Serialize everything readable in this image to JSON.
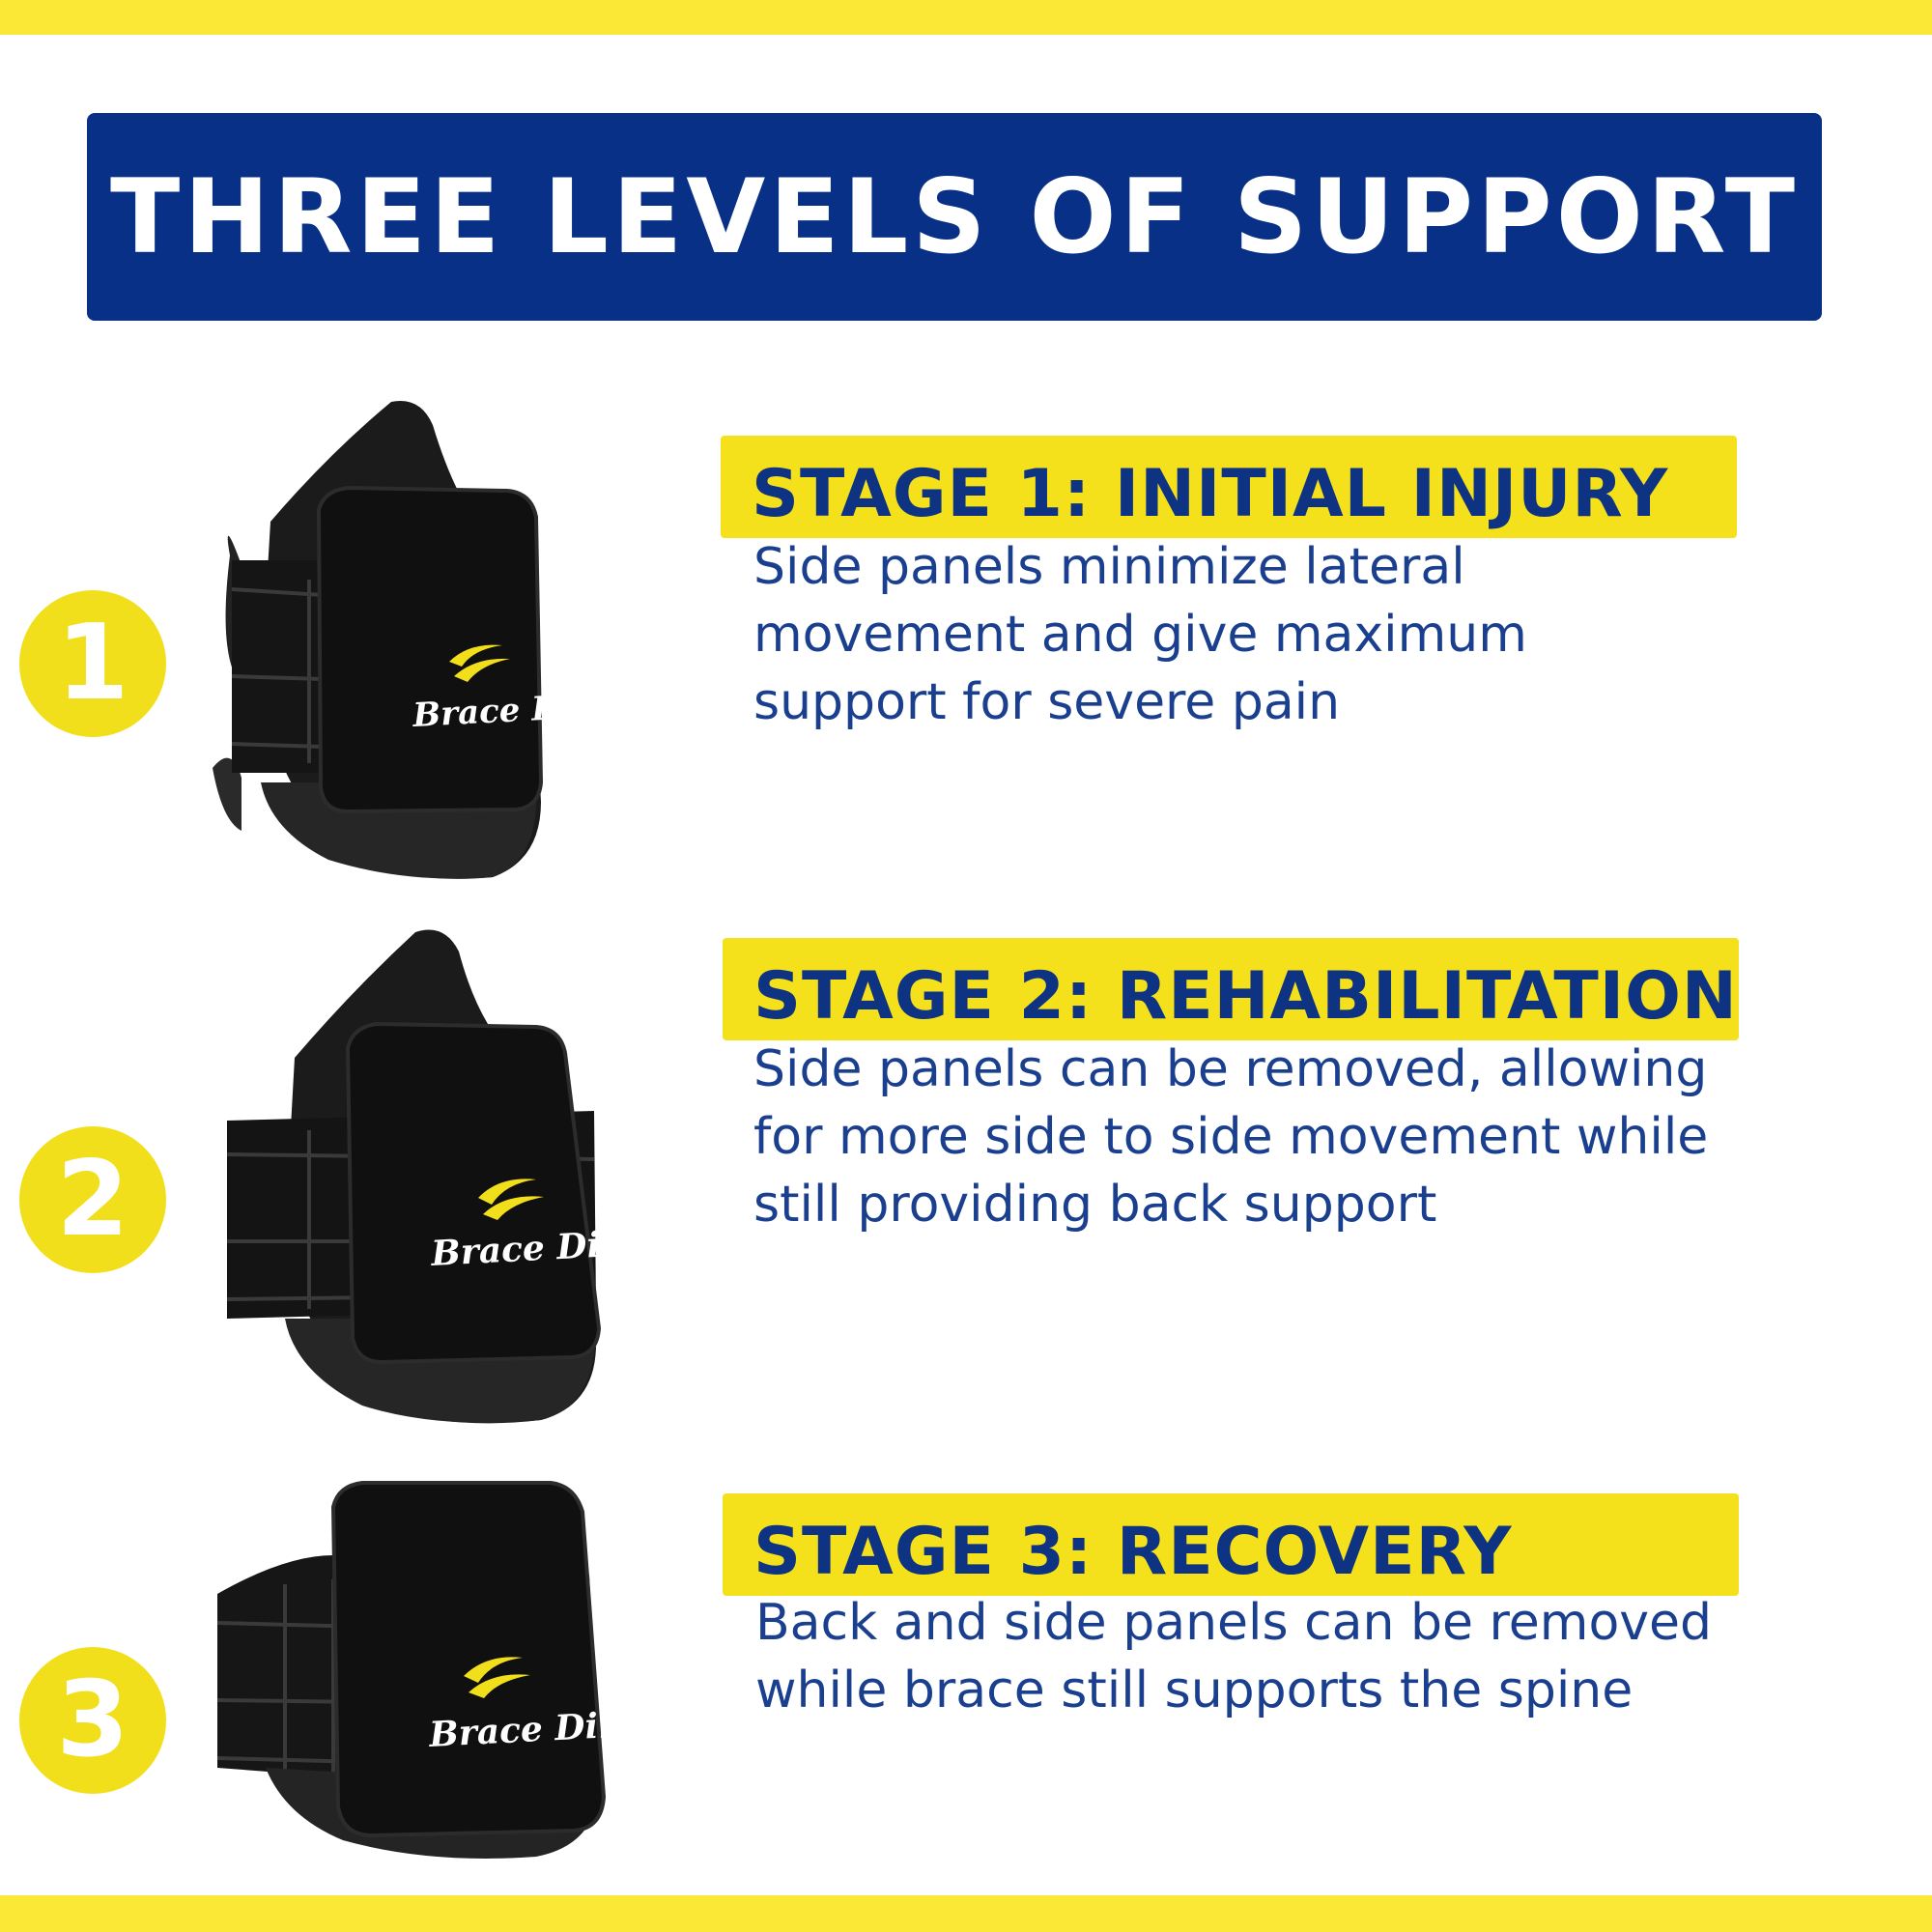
{
  "title": "THREE LEVELS OF SUPPORT",
  "colors": {
    "navy": "#073086",
    "yellow": "#f4e11c",
    "text_blue": "#1b3f8f",
    "heading_blue": "#0e3383"
  },
  "brand": {
    "name_part1": "Brace",
    "name_part2": "Direct"
  },
  "stages": [
    {
      "number": "1",
      "heading": "STAGE 1: INITIAL INJURY",
      "description": "Side panels minimize lateral movement and give maximum support for severe pain"
    },
    {
      "number": "2",
      "heading": "STAGE 2: REHABILITATION",
      "description": "Side panels can be removed, allowing for more side to side movement while still providing back support"
    },
    {
      "number": "3",
      "heading": "STAGE 3: RECOVERY",
      "description": "Back and side panels can be removed while brace still supports the spine"
    }
  ]
}
